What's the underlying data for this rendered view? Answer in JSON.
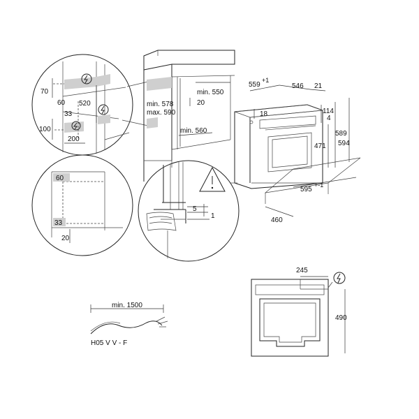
{
  "top_left_callout": {
    "dims": [
      "70",
      "60",
      "520",
      "33",
      "100",
      "200"
    ]
  },
  "cabinet": {
    "dims": [
      "min. 550",
      "20",
      "min. 578",
      "max. 590",
      "min. 560"
    ]
  },
  "oven": {
    "dims": [
      "559",
      "+1",
      "546",
      "21",
      "18",
      "114",
      "4",
      "589",
      "594",
      "471",
      "595",
      "+-1",
      "460"
    ]
  },
  "mid_left_callout": {
    "dims": [
      "60",
      "33",
      "20"
    ]
  },
  "mid_right_callout": {
    "dims": [
      "5",
      "1"
    ]
  },
  "cable": {
    "length": "min. 1500",
    "type": "H05 V V - F"
  },
  "rear_view": {
    "dims": [
      "245",
      "490"
    ]
  }
}
